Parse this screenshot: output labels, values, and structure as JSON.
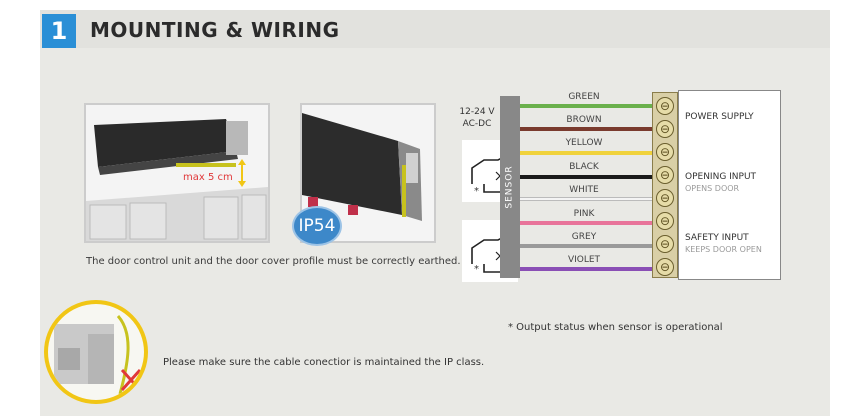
{
  "header": {
    "step_number": "1",
    "title": "MOUNTING & WIRING"
  },
  "photos": {
    "measure_label": "max 5 cm",
    "caption": "The door control unit and the door cover profile must be correctly earthed.",
    "ip_badge": "IP54"
  },
  "wiring": {
    "voltage_line1": "12-24 V",
    "voltage_line2": "AC-DC",
    "sensor_label": "SENSOR",
    "wires": [
      {
        "label": "GREEN",
        "color": "#6ab04c"
      },
      {
        "label": "BROWN",
        "color": "#7a3b2e"
      },
      {
        "label": "YELLOW",
        "color": "#f0d23c"
      },
      {
        "label": "BLACK",
        "color": "#1a1a1a"
      },
      {
        "label": "WHITE",
        "color": "#f4f4f4"
      },
      {
        "label": "PINK",
        "color": "#e8749a"
      },
      {
        "label": "GREY",
        "color": "#9a9a9a"
      },
      {
        "label": "VIOLET",
        "color": "#8a4fb5"
      }
    ],
    "outputs": [
      {
        "main": "POWER SUPPLY",
        "sub": ""
      },
      {
        "main": "OPENING INPUT",
        "sub": "OPENS DOOR"
      },
      {
        "main": "SAFETY INPUT",
        "sub": "KEEPS DOOR OPEN"
      }
    ],
    "asterisk": "*"
  },
  "notes": {
    "output_status": "* Output status when sensor is operational",
    "cable": "Please make sure the cable conectior is maintained  the IP class."
  },
  "colors": {
    "accent_blue": "#2a8fd6",
    "highlight_yellow": "#f1c615",
    "ground_wire": "#c7c21e"
  }
}
